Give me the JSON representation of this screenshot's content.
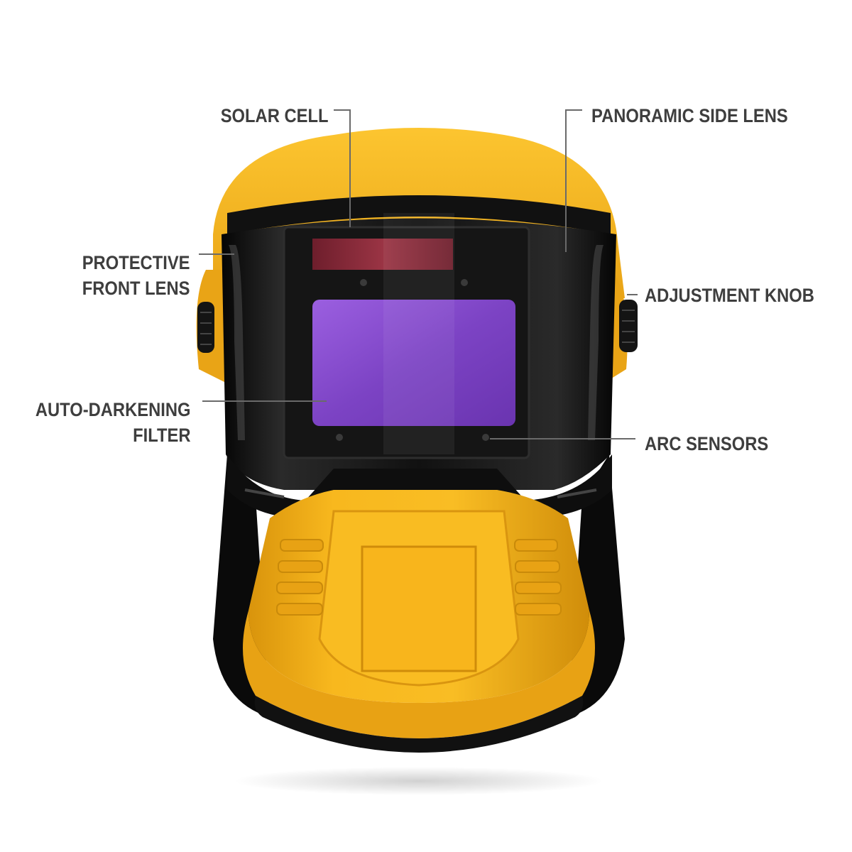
{
  "labels": {
    "solar_cell": "SOLAR CELL",
    "panoramic_side_lens": "PANORAMIC SIDE LENS",
    "protective_front_lens_line1": "PROTECTIVE",
    "protective_front_lens_line2": "FRONT LENS",
    "adjustment_knob": "ADJUSTMENT KNOB",
    "auto_darkening_filter_line1": "AUTO-DARKENING",
    "auto_darkening_filter_line2": "FILTER",
    "arc_sensors": "ARC SENSORS"
  },
  "colors": {
    "shell_yellow": "#f6b21c",
    "shell_shadow": "#c98a0a",
    "visor_black": "#0d0d0d",
    "filter_purple": "#8a4fd0",
    "solar_cell_red": "#8a2a3a",
    "label_text": "#3e3e3e",
    "leader_line": "#6a6a6a"
  },
  "icons": [
    "welding-helmet-illustration"
  ]
}
